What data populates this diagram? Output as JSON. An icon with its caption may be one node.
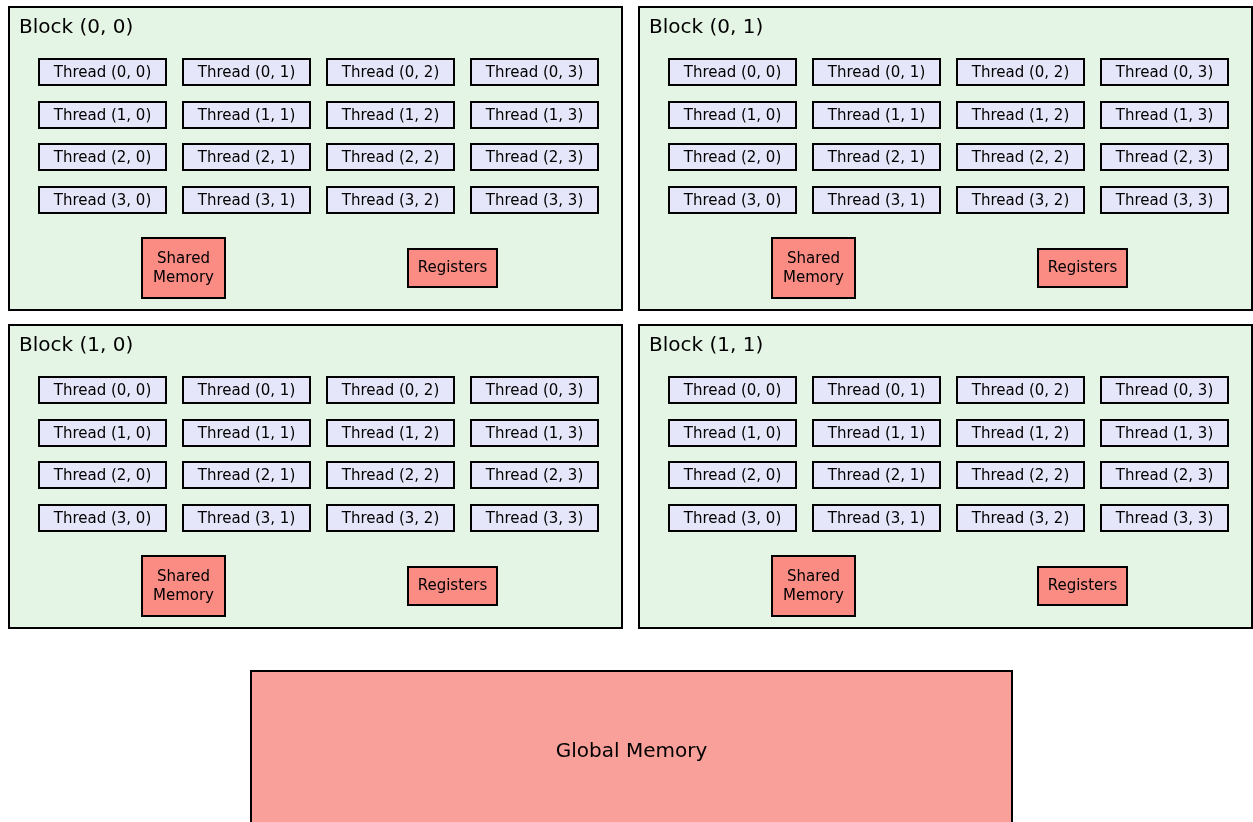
{
  "diagram": {
    "nodes": [
      {
        "text": [
          "Block (0, 0)"
        ]
      },
      {
        "text": [
          "Thread (0, 0)"
        ],
        "in": 0
      },
      {
        "text": [
          "Thread (0, 1)"
        ],
        "in": 0
      },
      {
        "text": [
          "Thread (0, 2)"
        ],
        "in": 0
      },
      {
        "text": [
          "Thread (0, 3)"
        ],
        "in": 0
      },
      {
        "text": [
          "Thread (1, 0)"
        ],
        "in": 0
      },
      {
        "text": [
          "Thread (1, 1)"
        ],
        "in": 0
      },
      {
        "text": [
          "Thread (1, 2)"
        ],
        "in": 0
      },
      {
        "text": [
          "Thread (1, 3)"
        ],
        "in": 0
      },
      {
        "text": [
          "Thread (2, 0)"
        ],
        "in": 0
      },
      {
        "text": [
          "Thread (2, 1)"
        ],
        "in": 0
      },
      {
        "text": [
          "Thread (2, 2)"
        ],
        "in": 0
      },
      {
        "text": [
          "Thread (2, 3)"
        ],
        "in": 0
      },
      {
        "text": [
          "Thread (3, 0)"
        ],
        "in": 0
      },
      {
        "text": [
          "Thread (3, 1)"
        ],
        "in": 0
      },
      {
        "text": [
          "Thread (3, 2)"
        ],
        "in": 0
      },
      {
        "text": [
          "Thread (3, 3)"
        ],
        "in": 0
      },
      {
        "text": [
          "Shared Memory"
        ],
        "in": 0
      },
      {
        "text": [
          "Registers"
        ],
        "in": 0
      },
      {
        "text": [
          "Block (0, 1)"
        ]
      },
      {
        "text": [
          "Thread (0, 0)"
        ],
        "in": 19
      },
      {
        "text": [
          "Thread (0, 1)"
        ],
        "in": 19
      },
      {
        "text": [
          "Thread (0, 2)"
        ],
        "in": 19
      },
      {
        "text": [
          "Thread (0, 3)"
        ],
        "in": 19
      },
      {
        "text": [
          "Thread (1, 0)"
        ],
        "in": 19
      },
      {
        "text": [
          "Thread (1, 1)"
        ],
        "in": 19
      },
      {
        "text": [
          "Thread (1, 2)"
        ],
        "in": 19
      },
      {
        "text": [
          "Thread (1, 3)"
        ],
        "in": 19
      },
      {
        "text": [
          "Thread (2, 0)"
        ],
        "in": 19
      },
      {
        "text": [
          "Thread (2, 1)"
        ],
        "in": 19
      },
      {
        "text": [
          "Thread (2, 2)"
        ],
        "in": 19
      },
      {
        "text": [
          "Thread (2, 3)"
        ],
        "in": 19
      },
      {
        "text": [
          "Thread (3, 0)"
        ],
        "in": 19
      },
      {
        "text": [
          "Thread (3, 1)"
        ],
        "in": 19
      },
      {
        "text": [
          "Thread (3, 2)"
        ],
        "in": 19
      },
      {
        "text": [
          "Thread (3, 3)"
        ],
        "in": 19
      },
      {
        "text": [
          "Shared Memory"
        ],
        "in": 19
      },
      {
        "text": [
          "Registers"
        ],
        "in": 19
      },
      {
        "text": [
          "Block (1, 0)"
        ]
      },
      {
        "text": [
          "Thread (0, 0)"
        ],
        "in": 38
      },
      {
        "text": [
          "Thread (0, 1)"
        ],
        "in": 38
      },
      {
        "text": [
          "Thread (0, 2)"
        ],
        "in": 38
      },
      {
        "text": [
          "Thread (0, 3)"
        ],
        "in": 38
      },
      {
        "text": [
          "Thread (1, 0)"
        ],
        "in": 38
      },
      {
        "text": [
          "Thread (1, 1)"
        ],
        "in": 38
      },
      {
        "text": [
          "Thread (1, 2)"
        ],
        "in": 38
      },
      {
        "text": [
          "Thread (1, 3)"
        ],
        "in": 38
      },
      {
        "text": [
          "Thread (2, 0)"
        ],
        "in": 38
      },
      {
        "text": [
          "Thread (2, 1)"
        ],
        "in": 38
      },
      {
        "text": [
          "Thread (2, 2)"
        ],
        "in": 38
      },
      {
        "text": [
          "Thread (2, 3)"
        ],
        "in": 38
      },
      {
        "text": [
          "Thread (3, 0)"
        ],
        "in": 38
      },
      {
        "text": [
          "Thread (3, 1)"
        ],
        "in": 38
      },
      {
        "text": [
          "Thread (3, 2)"
        ],
        "in": 38
      },
      {
        "text": [
          "Thread (3, 3)"
        ],
        "in": 38
      },
      {
        "text": [
          "Shared Memory"
        ],
        "in": 38
      },
      {
        "text": [
          "Registers"
        ],
        "in": 38
      },
      {
        "text": [
          "Block (1, 1)"
        ]
      },
      {
        "text": [
          "Thread (0, 0)"
        ],
        "in": 57
      },
      {
        "text": [
          "Thread (0, 1)"
        ],
        "in": 57
      },
      {
        "text": [
          "Thread (0, 2)"
        ],
        "in": 57
      },
      {
        "text": [
          "Thread (0, 3)"
        ],
        "in": 57
      },
      {
        "text": [
          "Thread (1, 0)"
        ],
        "in": 57
      },
      {
        "text": [
          "Thread (1, 1)"
        ],
        "in": 57
      },
      {
        "text": [
          "Thread (1, 2)"
        ],
        "in": 57
      },
      {
        "text": [
          "Thread (1, 3)"
        ],
        "in": 57
      },
      {
        "text": [
          "Thread (2, 0)"
        ],
        "in": 57
      },
      {
        "text": [
          "Thread (2, 1)"
        ],
        "in": 57
      },
      {
        "text": [
          "Thread (2, 2)"
        ],
        "in": 57
      },
      {
        "text": [
          "Thread (2, 3)"
        ],
        "in": 57
      },
      {
        "text": [
          "Thread (3, 0)"
        ],
        "in": 57
      },
      {
        "text": [
          "Thread (3, 1)"
        ],
        "in": 57
      },
      {
        "text": [
          "Thread (3, 2)"
        ],
        "in": 57
      },
      {
        "text": [
          "Thread (3, 3)"
        ],
        "in": 57
      },
      {
        "text": [
          "Shared Memory"
        ],
        "in": 57
      },
      {
        "text": [
          "Registers"
        ],
        "in": 57
      },
      {
        "text": [
          "Global Memory"
        ]
      }
    ]
  }
}
